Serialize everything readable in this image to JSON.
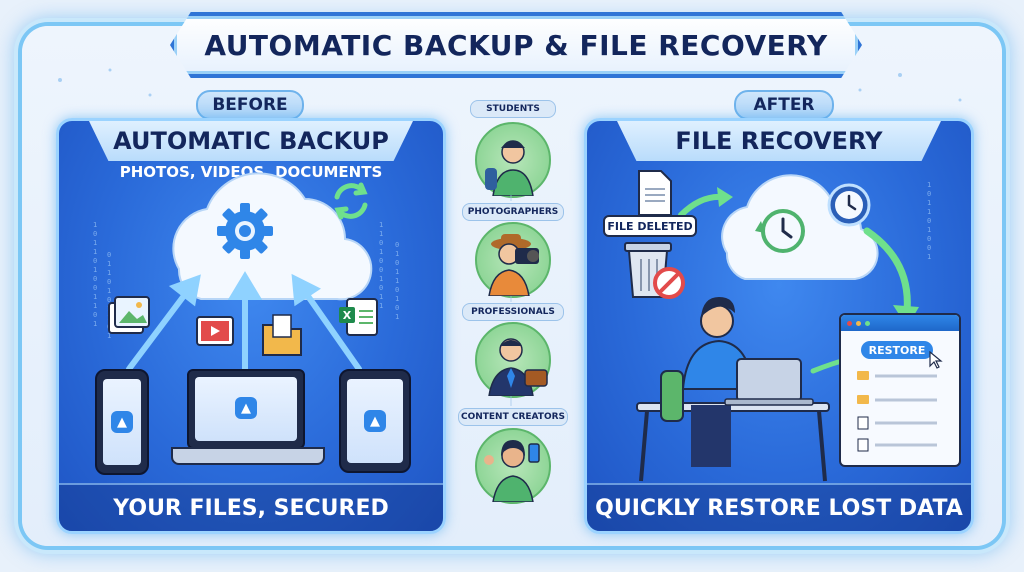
{
  "title": "AUTOMATIC BACKUP & FILE RECOVERY",
  "left": {
    "tag": "BEFORE",
    "heading": "AUTOMATIC BACKUP",
    "subheading": "PHOTOS, VIDEOS, DOCUMENTS",
    "footer": "YOUR FILES, SECURED"
  },
  "middle": {
    "users": [
      {
        "label": "STUDENTS"
      },
      {
        "label": "PHOTOGRAPHERS"
      },
      {
        "label": "PROFESSIONALS"
      },
      {
        "label": "CONTENT CREATORS"
      }
    ]
  },
  "right": {
    "tag": "AFTER",
    "heading": "FILE RECOVERY",
    "file_deleted": "FILE DELETED",
    "restore_button": "RESTORE",
    "footer": "QUICKLY RESTORE LOST DATA"
  },
  "colors": {
    "panel_blue": "#2a6ad9",
    "arrow_blue": "#8fd2ff",
    "arrow_green": "#6fe08c",
    "title_navy": "#13265c"
  }
}
